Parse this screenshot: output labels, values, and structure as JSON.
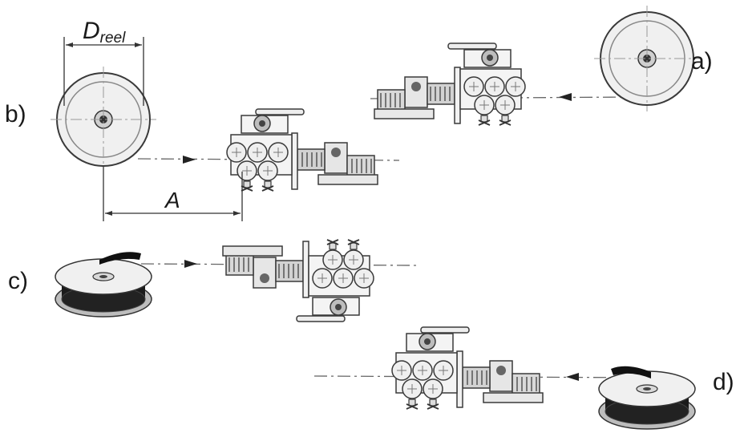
{
  "labels": {
    "a": "a)",
    "b": "b)",
    "c": "c)",
    "d": "d)"
  },
  "dimensions": {
    "reel_diameter_main": "D",
    "reel_diameter_sub": "reel",
    "distance": "A"
  },
  "colors": {
    "line": "#3a3a3a",
    "light": "#9a9a9a",
    "fill": "#e4e4e4",
    "dark": "#1e1e1e"
  }
}
